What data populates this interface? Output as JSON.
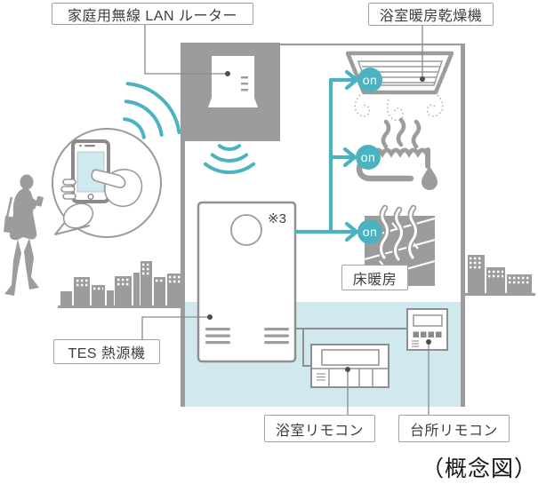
{
  "diagram": {
    "caption": "（概念図）",
    "note": "※3",
    "labels": {
      "router": "家庭用無線 LAN ルーター",
      "bath_heater_dryer": "浴室暖房乾燥機",
      "floor_heating": "床暖房",
      "tes_heat_source": "TES 熱源機",
      "bath_remote": "浴室リモコン",
      "kitchen_remote": "台所リモコン"
    },
    "badges": {
      "bath_heater_dryer": "on",
      "bathtub": "on",
      "floor_heating": "on"
    },
    "colors": {
      "accent_teal": "#4bb3bf",
      "device_gray": "#9c9c9c",
      "room_blue": "#d0e8ee"
    }
  }
}
